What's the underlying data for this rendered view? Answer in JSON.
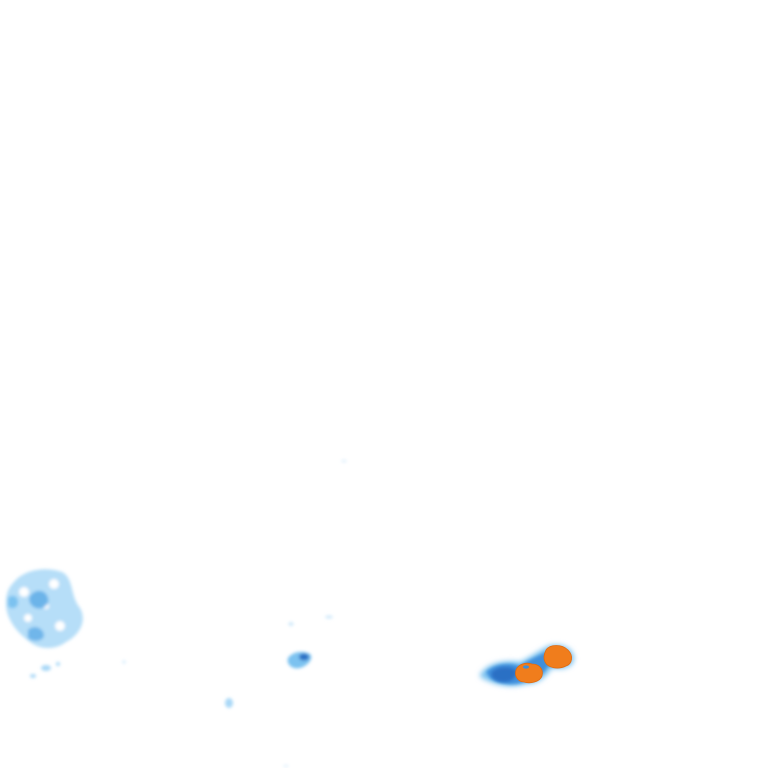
{
  "map": {
    "layer": "precipitation-radar-overlay",
    "colors": {
      "light": "#a9d8f7",
      "light_mid": "#7cc2f0",
      "moderate": "#3f8fdc",
      "moderate_dark": "#2a6fc4",
      "heavy": "#f07d1c",
      "heavy_edge": "#e06a10",
      "background": "#ffffff"
    },
    "cells": [
      {
        "name": "west-cluster",
        "intensity": "light"
      },
      {
        "name": "central-small-cell",
        "intensity": "moderate"
      },
      {
        "name": "east-storm-cell",
        "intensity": "heavy"
      }
    ]
  }
}
